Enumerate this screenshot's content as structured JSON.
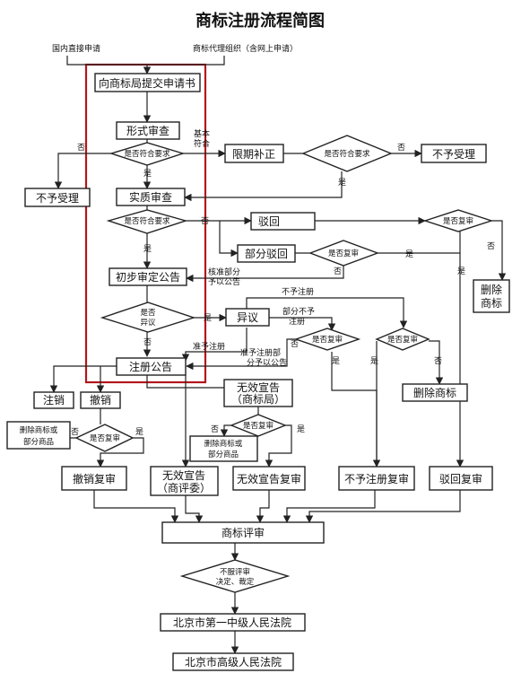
{
  "title": "商标注册流程简图",
  "header_left": "国内直接申请",
  "header_right": "商标代理组织（含网上申请）",
  "nodes": {
    "submit": "向商标局提交申请书",
    "formal_review": "形式审查",
    "meets_req_1": "是否符合要求",
    "deadline_fix": "限期补正",
    "meets_req_2": "是否符合要求",
    "not_accepted_right": "不予受理",
    "not_accepted_left": "不予受理",
    "substantive_review": "实质审查",
    "meets_req_3": "是否符合要求",
    "reject": "驳回",
    "reexam_q_1": "是否复审",
    "partial_reject": "部分驳回",
    "reexam_q_2": "是否复审",
    "delete_mark_1_a": "删除",
    "delete_mark_1_b": "商标",
    "preliminary_notice": "初步审定公告",
    "objection_q_a": "是否",
    "objection_q_b": "异议",
    "objection": "异议",
    "reexam_q_3": "是否复审",
    "reexam_q_4": "是否复审",
    "registration_notice": "注册公告",
    "delete_mark_2": "删除商标",
    "cancel_reg": "注销",
    "revoke": "撤销",
    "invalid_tm_a": "无效宣告",
    "invalid_tm_b": "（商标局）",
    "delete_partial_left_a": "删除商标或",
    "delete_partial_left_b": "部分商品",
    "reexam_q_5": "是否复审",
    "reexam_q_6": "是否复审",
    "delete_partial_mid_a": "删除商标或",
    "delete_partial_mid_b": "部分商品",
    "revoke_reexam": "撤销复审",
    "invalid_board_a": "无效宣告",
    "invalid_board_b": "（商评委）",
    "invalid_reexam": "无效宣告复审",
    "no_reg_reexam": "不予注册复审",
    "reject_reexam": "驳回复审",
    "trab": "商标评审",
    "disagree_a": "不服评审",
    "disagree_b": "决定、裁定",
    "court_1": "北京市第一中级人民法院",
    "court_2": "北京市高级人民法院"
  },
  "labels": {
    "no": "否",
    "yes": "是",
    "basic_a": "基本",
    "basic_b": "符合",
    "approve_partial_a": "核准部分",
    "approve_partial_b": "予以公告",
    "no_register": "不予注册",
    "partial_no_a": "部分不予",
    "partial_no_b": "注册",
    "approve_register": "准予注册",
    "approve_partial_reg_a": "准予注册部",
    "approve_partial_reg_b": "分予以公告"
  }
}
